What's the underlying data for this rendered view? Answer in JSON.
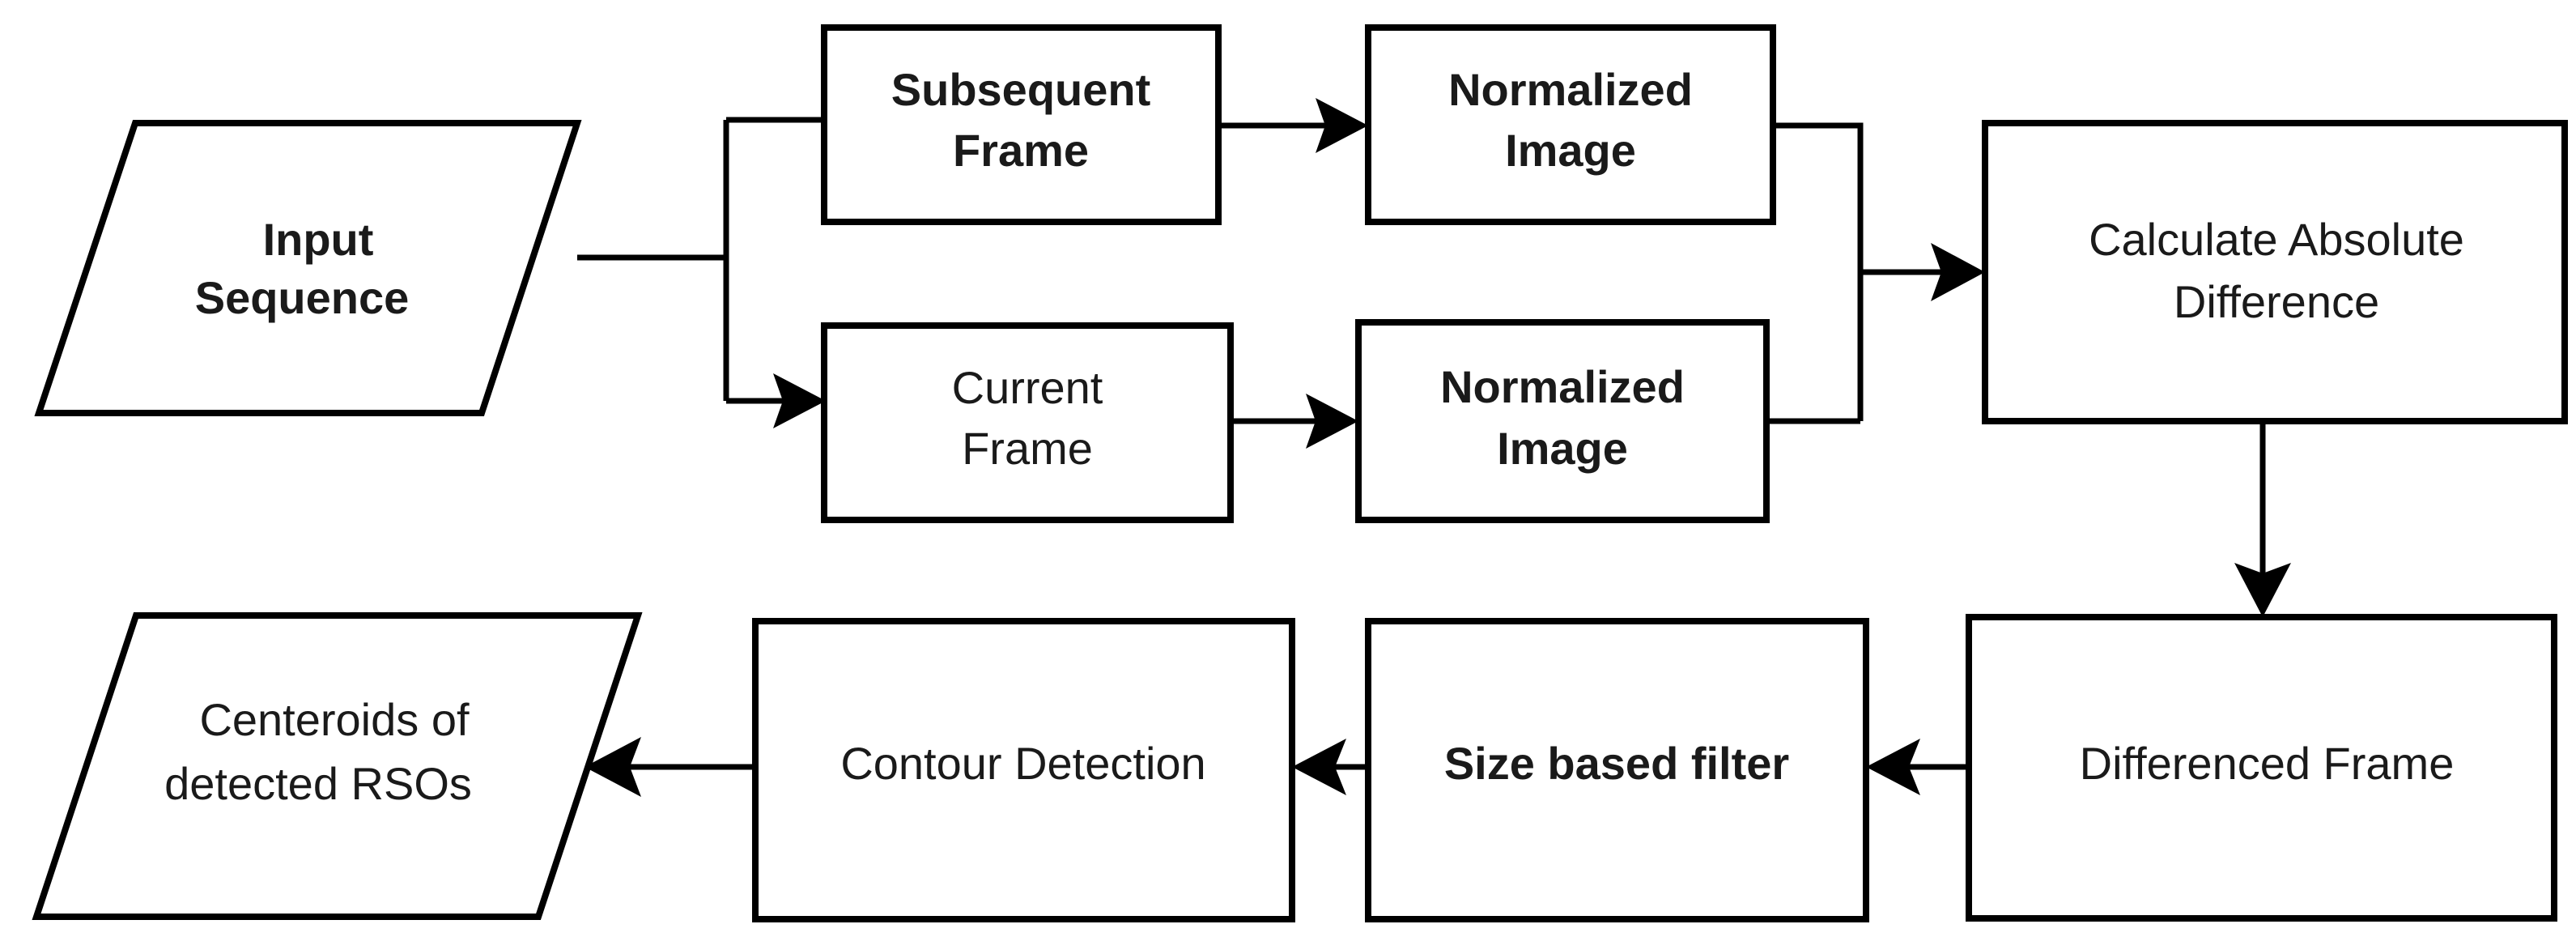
{
  "diagram": {
    "title": "RSO Detection Pipeline Flowchart",
    "colors": {
      "background": "#ffffff",
      "stroke": "#000000",
      "text": "#1a1a1a",
      "fill": "#ffffff"
    },
    "nodes": [
      {
        "id": "input-sequence",
        "shape": "parallelogram",
        "weight": "bold",
        "lines": [
          "Input",
          "Sequence"
        ],
        "line1": "Input",
        "line2": "Sequence"
      },
      {
        "id": "subsequent-frame",
        "shape": "rectangle",
        "weight": "bold",
        "lines": [
          "Subsequent",
          "Frame"
        ],
        "line1": "Subsequent",
        "line2": "Frame"
      },
      {
        "id": "normalized-image-top",
        "shape": "rectangle",
        "weight": "bold",
        "lines": [
          "Normalized",
          "Image"
        ],
        "line1": "Normalized",
        "line2": "Image"
      },
      {
        "id": "current-frame",
        "shape": "rectangle",
        "weight": "regular",
        "lines": [
          "Current",
          "Frame"
        ],
        "line1": "Current",
        "line2": "Frame"
      },
      {
        "id": "normalized-image-bottom",
        "shape": "rectangle",
        "weight": "bold",
        "lines": [
          "Normalized",
          "Image"
        ],
        "line1": "Normalized",
        "line2": "Image"
      },
      {
        "id": "calculate-absolute-difference",
        "shape": "rectangle",
        "weight": "regular",
        "lines": [
          "Calculate Absolute",
          "Difference"
        ],
        "line1": "Calculate Absolute",
        "line2": "Difference"
      },
      {
        "id": "differenced-frame",
        "shape": "rectangle",
        "weight": "regular",
        "lines": [
          "Differenced Frame"
        ],
        "line1": "Differenced Frame"
      },
      {
        "id": "size-based-filter",
        "shape": "rectangle",
        "weight": "bold",
        "lines": [
          "Size based filter"
        ],
        "line1": "Size based filter"
      },
      {
        "id": "contour-detection",
        "shape": "rectangle",
        "weight": "regular",
        "lines": [
          "Contour Detection"
        ],
        "line1": "Contour Detection"
      },
      {
        "id": "centeroids-of-detected-rsos",
        "shape": "parallelogram",
        "weight": "regular",
        "lines": [
          "Centeroids of",
          "detected RSOs"
        ],
        "line1": "Centeroids of",
        "line2": "detected RSOs"
      }
    ],
    "edges": [
      {
        "id": "input-to-split",
        "from": "input-sequence",
        "to": "branch-split",
        "arrow": false
      },
      {
        "id": "split-to-subsequent",
        "from": "branch-split",
        "to": "subsequent-frame",
        "arrow": true
      },
      {
        "id": "split-to-current",
        "from": "branch-split",
        "to": "current-frame",
        "arrow": true
      },
      {
        "id": "subsequent-to-normalized-top",
        "from": "subsequent-frame",
        "to": "normalized-image-top",
        "arrow": true
      },
      {
        "id": "current-to-normalized-bottom",
        "from": "current-frame",
        "to": "normalized-image-bottom",
        "arrow": true
      },
      {
        "id": "normalized-top-to-calc",
        "from": "normalized-image-top",
        "to": "calculate-absolute-difference",
        "arrow": true
      },
      {
        "id": "normalized-bottom-to-calc",
        "from": "normalized-image-bottom",
        "to": "calculate-absolute-difference",
        "arrow": true
      },
      {
        "id": "calc-to-differenced",
        "from": "calculate-absolute-difference",
        "to": "differenced-frame",
        "arrow": true
      },
      {
        "id": "differenced-to-size-filter",
        "from": "differenced-frame",
        "to": "size-based-filter",
        "arrow": true
      },
      {
        "id": "size-filter-to-contour",
        "from": "size-based-filter",
        "to": "contour-detection",
        "arrow": true
      },
      {
        "id": "contour-to-centeroids",
        "from": "contour-detection",
        "to": "centeroids-of-detected-rsos",
        "arrow": true
      }
    ]
  }
}
